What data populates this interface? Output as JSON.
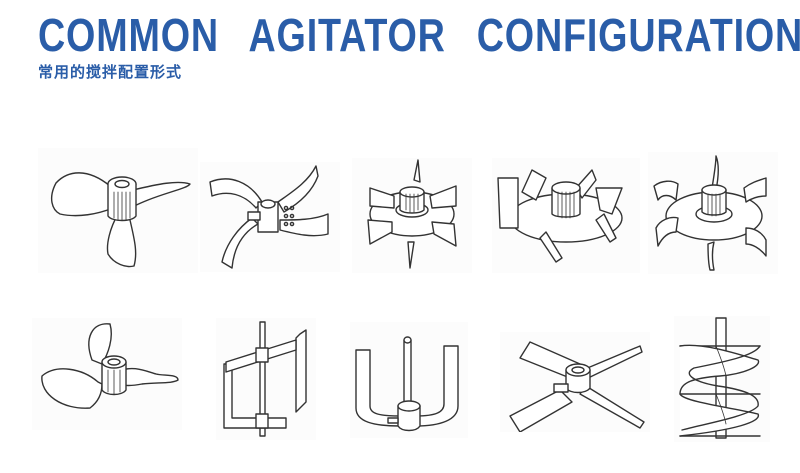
{
  "header": {
    "title": "COMMON AGITATOR CONFIGURATION",
    "subtitle": "常用的搅拌配置形式",
    "color": "#2a5da8"
  },
  "figures": {
    "row1": [
      {
        "name": "three-blade-propeller-icon",
        "description": "Three-blade marine propeller"
      },
      {
        "name": "curved-blade-turbine-icon",
        "description": "Curved four-blade turbine with bolted hub"
      },
      {
        "name": "flat-blade-disc-turbine-icon",
        "description": "Six flat-blade disc (Rushton) turbine"
      },
      {
        "name": "inclined-blade-disc-turbine-icon",
        "description": "Inclined-blade disc turbine"
      },
      {
        "name": "curved-blade-disc-turbine-icon",
        "description": "Curved-blade disc turbine"
      }
    ],
    "row2": [
      {
        "name": "marine-propeller-icon",
        "description": "Three-blade marine propeller (thin)"
      },
      {
        "name": "frame-anchor-agitator-icon",
        "description": "Frame / gate anchor agitator"
      },
      {
        "name": "anchor-agitator-icon",
        "description": "U-shaped anchor agitator"
      },
      {
        "name": "pitched-blade-turbine-icon",
        "description": "Pitched four-blade turbine"
      },
      {
        "name": "helical-ribbon-agitator-icon",
        "description": "Double helical ribbon agitator"
      }
    ]
  }
}
